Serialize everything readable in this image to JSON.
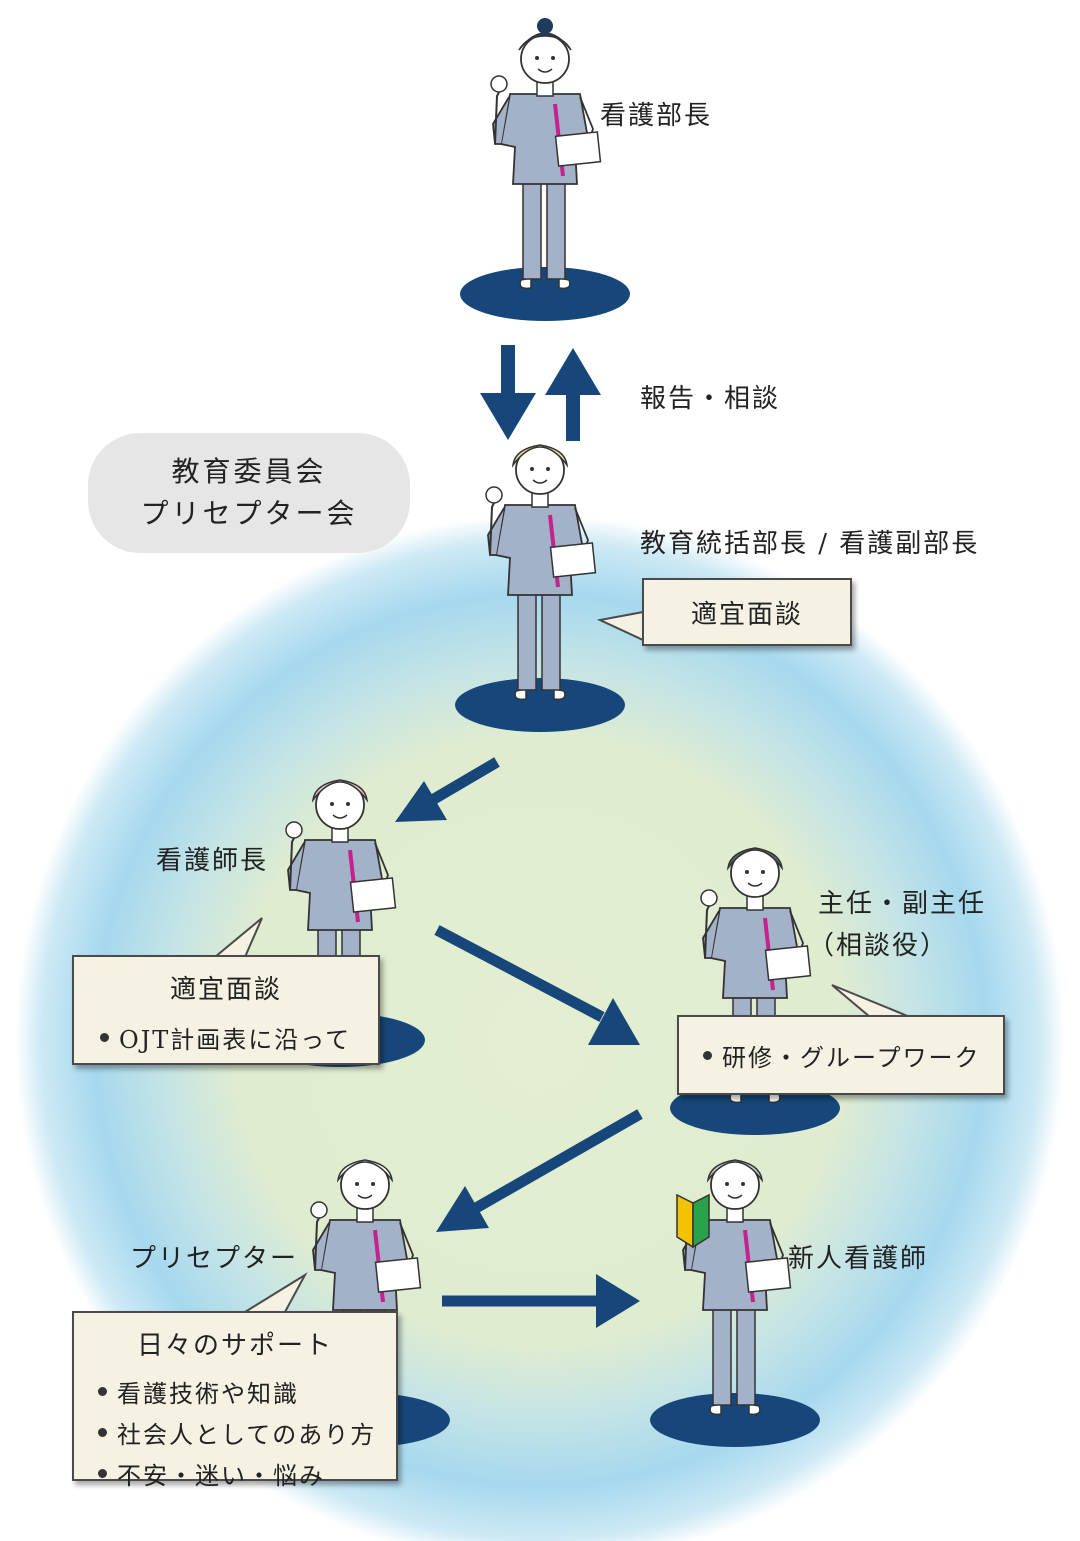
{
  "colors": {
    "navy": "#17477a",
    "scrubs": "#a3b1c9",
    "accent_magenta": "#c2238c",
    "outer_glow": "#a5d8ef",
    "inner_glow": "#e3eecf"
  },
  "roles": {
    "director": "看護部長",
    "education_head": "教育統括部長 / 看護副部長",
    "head_nurse": "看護師長",
    "chief": "主任・副主任",
    "chief_note": "（相談役）",
    "preceptor": "プリセプター",
    "new_nurse": "新人看護師"
  },
  "report_label": "報告・相談",
  "committee": {
    "line1": "教育委員会",
    "line2": "プリセプター会"
  },
  "callouts": {
    "education_head": {
      "title": "適宜面談"
    },
    "head_nurse": {
      "title": "適宜面談",
      "items": [
        "OJT計画表に沿って"
      ]
    },
    "chief": {
      "items": [
        "研修・グループワーク"
      ]
    },
    "preceptor": {
      "title": "日々のサポート",
      "items": [
        "看護技術や知識",
        "社会人としてのあり方",
        "不安・迷い・悩み"
      ]
    }
  },
  "icons": {
    "beginner_mark": "beginner-mark-icon",
    "nurse_figure": "nurse-figure-icon"
  }
}
